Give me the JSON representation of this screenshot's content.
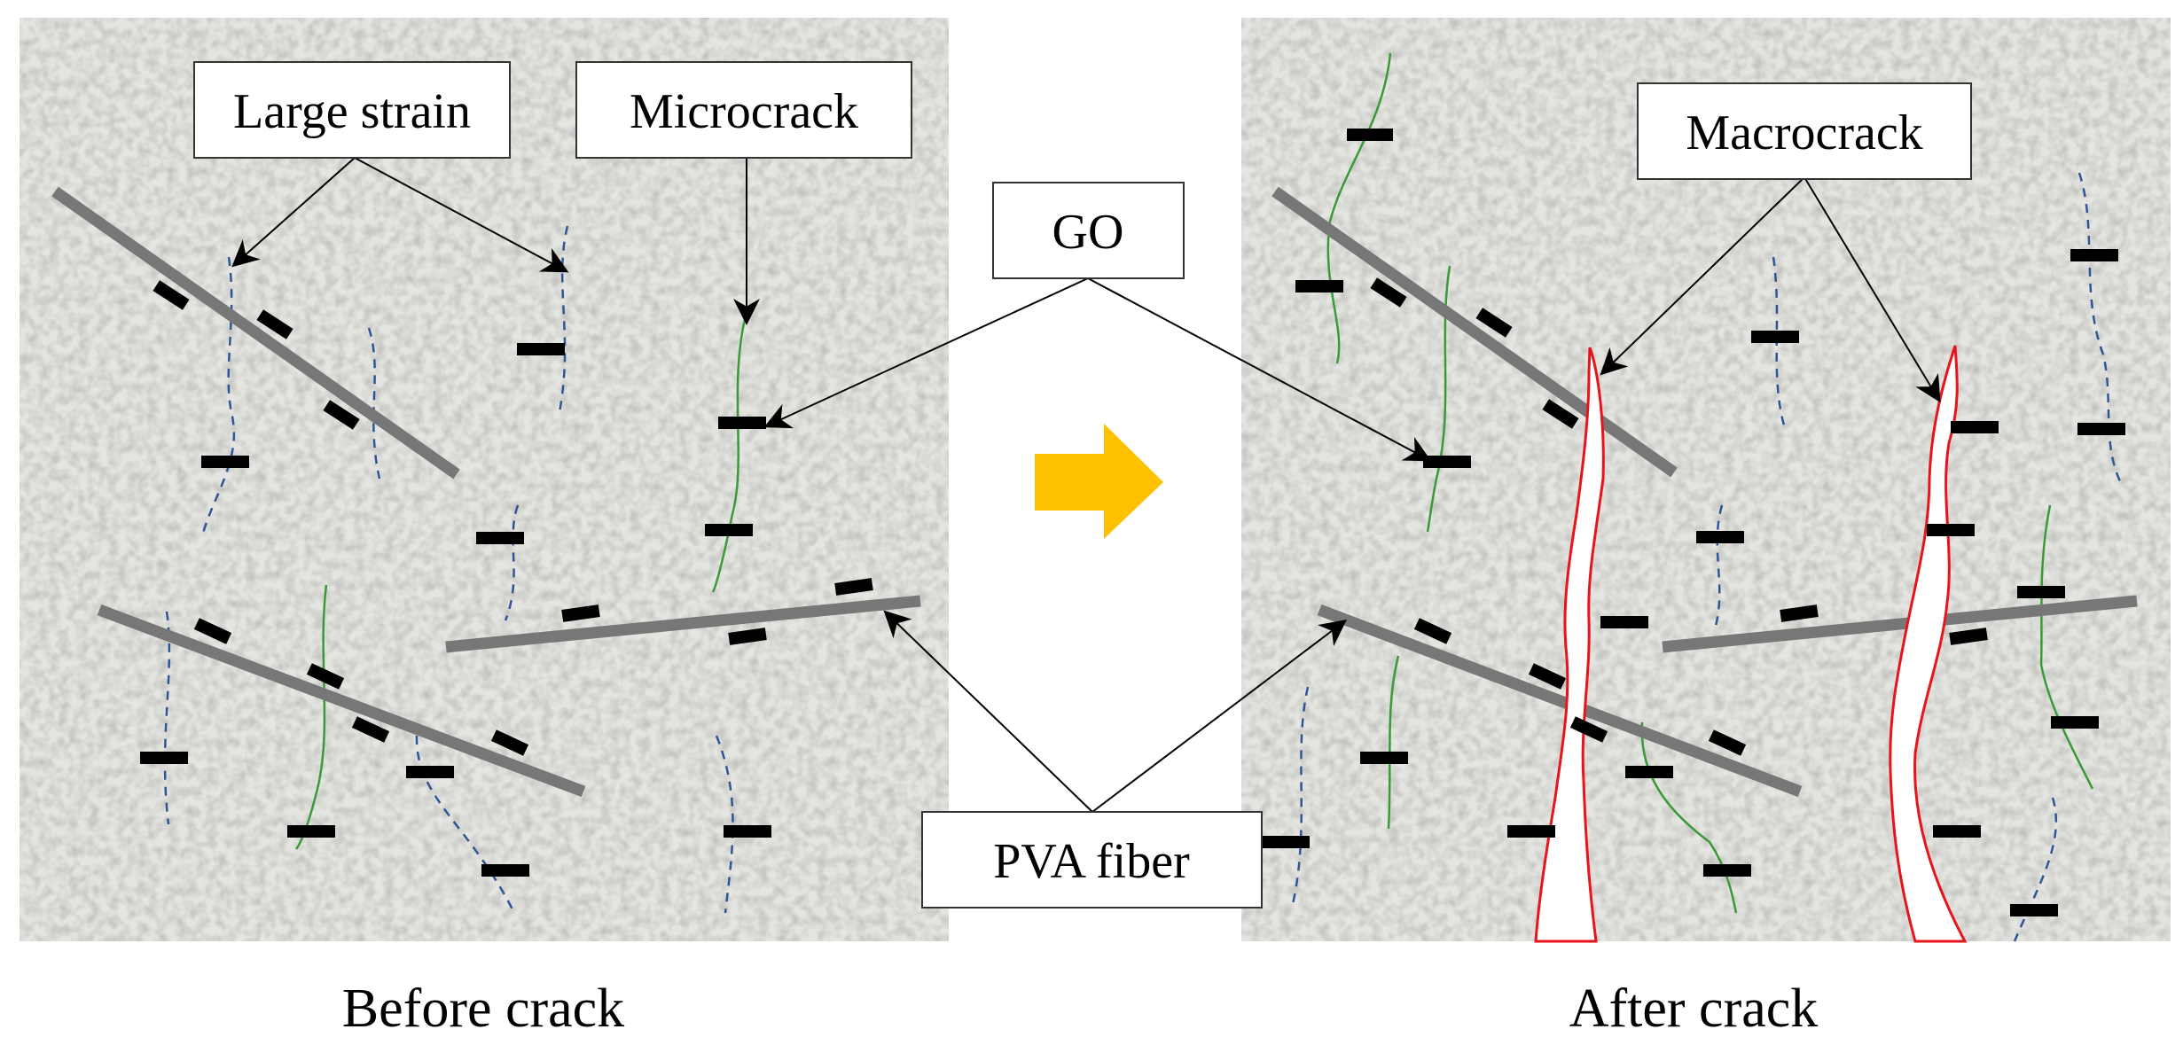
{
  "labels": {
    "large_strain": "Large strain",
    "microcrack": "Microcrack",
    "go": "GO",
    "macrocrack": "Macrocrack",
    "pva_fiber": "PVA fiber"
  },
  "captions": {
    "before": "Before crack",
    "after": "After crack"
  },
  "colors": {
    "matrix": "#e4e4e0",
    "pva_fiber": "#777777",
    "large_strain": "#2f5597",
    "microcrack": "#3a9a3a",
    "macrocrack": "#e8141c",
    "go": "#000000",
    "arrow": "#ffc000"
  },
  "icons": {
    "transition": "right-arrow-icon"
  }
}
